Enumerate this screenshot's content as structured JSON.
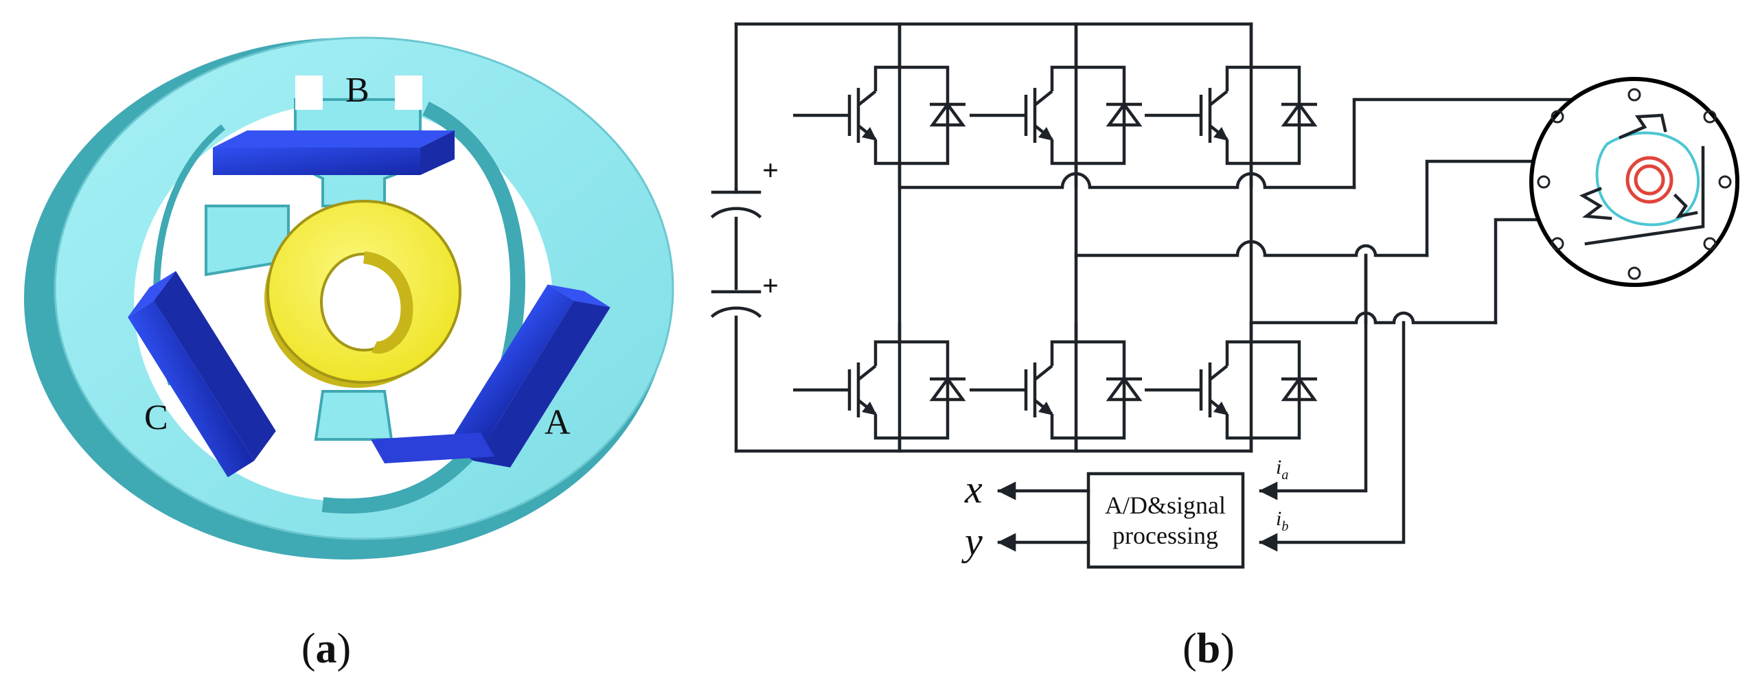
{
  "panel_a": {
    "caption_open": "(",
    "caption_letter": "a",
    "caption_close": ")",
    "phase_labels": {
      "a": "A",
      "b": "B",
      "c": "C"
    },
    "colors": {
      "stator": "#8fe8ee",
      "stator_shade": "#3fa9b4",
      "coils": "#1f3ad0",
      "rotor": "#f4ee3a",
      "rotor_shade": "#b8a916"
    }
  },
  "panel_b": {
    "caption_open": "(",
    "caption_letter": "b",
    "caption_close": ")",
    "plus_top": "+",
    "plus_bottom": "+",
    "box_line1": "A/D&signal",
    "box_line2": "processing",
    "out_x": "x",
    "out_y": "y",
    "current_a_base": "i",
    "current_a_sub": "a",
    "current_b_base": "i",
    "current_b_sub": "b",
    "colors": {
      "wire": "#1e2329",
      "rotor_ring": "#e0453a",
      "stator_outline": "#4cc6d3"
    }
  }
}
